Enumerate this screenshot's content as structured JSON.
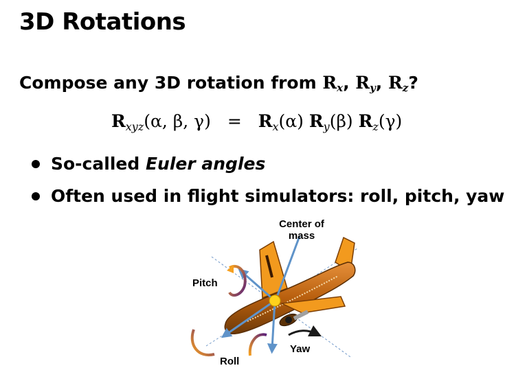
{
  "slide": {
    "title": "3D Rotations",
    "intro": {
      "text": "Compose any 3D rotation from ",
      "symbols": [
        "R",
        "x",
        "R",
        "y",
        "R",
        "z"
      ],
      "separator": ", ",
      "end": "?"
    },
    "equation": {
      "lhs_symbol": "R",
      "lhs_sub": "xyz",
      "lhs_args": "(α, β, γ)",
      "equals": "=",
      "terms": [
        {
          "symbol": "R",
          "sub": "x",
          "arg": "(α)"
        },
        {
          "symbol": "R",
          "sub": "y",
          "arg": "(β)"
        },
        {
          "symbol": "R",
          "sub": "z",
          "arg": "(γ)"
        }
      ]
    },
    "bullets": [
      {
        "prefix": "So-called ",
        "emphasis": "Euler angles"
      },
      {
        "prefix": "Often used in flight simulators: roll, pitch, yaw",
        "emphasis": ""
      }
    ]
  },
  "figure": {
    "labels": {
      "center": "Center of\nmass",
      "pitch": "Pitch",
      "roll": "Roll",
      "yaw": "Yaw"
    },
    "colors": {
      "fuselage": "#b85f0e",
      "wing": "#f29a1e",
      "arrow": "#5f93c9",
      "arc_start": "#f6a020",
      "arc_end": "#5a1f7a",
      "center": "#ffd21c"
    }
  }
}
